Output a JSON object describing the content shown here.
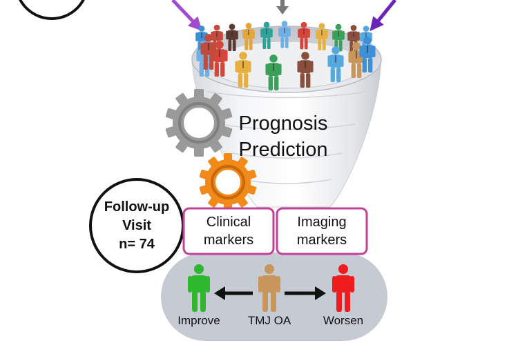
{
  "funnel": {
    "title_line1": "Prognosis",
    "title_line2": "Prediction"
  },
  "followup": {
    "line1": "Follow-up",
    "line2": "Visit",
    "line3": "n= 74"
  },
  "markers": {
    "clinical_line1": "Clinical",
    "clinical_line2": "markers",
    "imaging_line1": "Imaging",
    "imaging_line2": "markers"
  },
  "outcomes": {
    "improve": "Improve",
    "tmj_oa": "TMJ OA",
    "worsen": "Worsen"
  },
  "colors": {
    "improve": "#2eb82e",
    "tmj_oa": "#c8955a",
    "worsen": "#ee1c1c",
    "marker_border": "#c0409a",
    "arrow_purple": "#a24bd0",
    "arrow_violet": "#6a25b8",
    "gear_gray": "#9a9a9a",
    "gear_orange": "#f28a1a"
  }
}
